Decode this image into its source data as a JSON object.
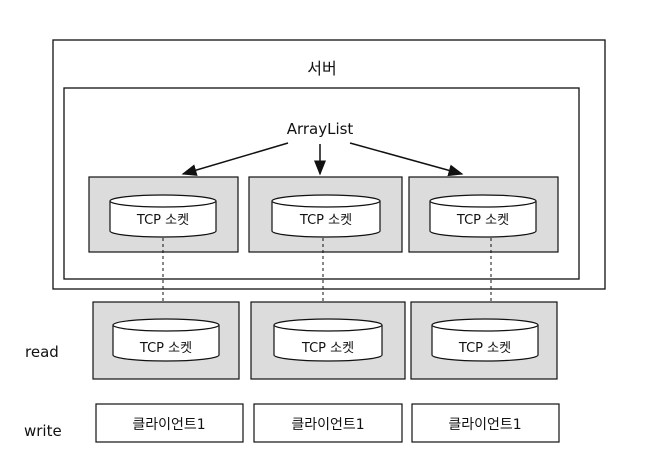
{
  "server": {
    "title": "서버"
  },
  "inner": {
    "label": "ArrayList"
  },
  "server_sockets": [
    {
      "label": "TCP 소켓"
    },
    {
      "label": "TCP 소켓"
    },
    {
      "label": "TCP 소켓"
    }
  ],
  "client_sockets": [
    {
      "label": "TCP 소켓"
    },
    {
      "label": "TCP 소켓"
    },
    {
      "label": "TCP 소켓"
    }
  ],
  "clients": [
    {
      "label": "클라이언트1"
    },
    {
      "label": "클라이언트1"
    },
    {
      "label": "클라이언트1"
    }
  ],
  "row_labels": {
    "read": "read",
    "write": "write"
  },
  "colors": {
    "panel_fill": "#dcdcdc",
    "stroke": "#111111",
    "background": "#ffffff"
  }
}
